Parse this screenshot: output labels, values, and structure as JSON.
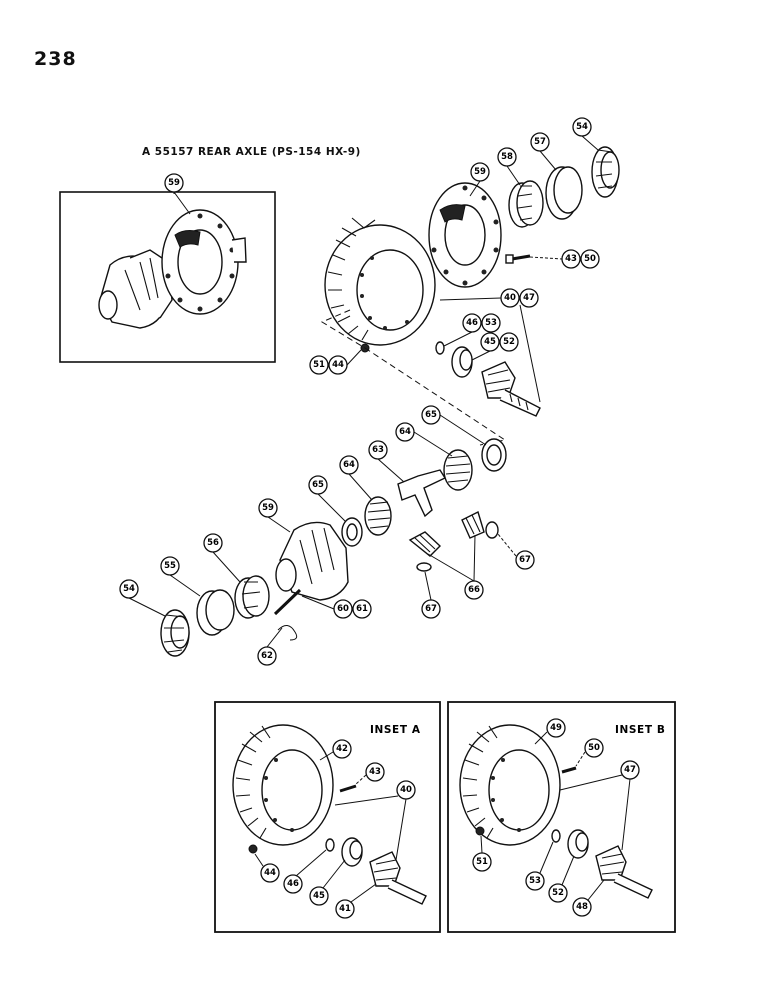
{
  "page_number": "238",
  "title": "A 55157 REAR AXLE (PS-154 HX-9)",
  "insets": [
    {
      "label": "INSET A"
    },
    {
      "label": "INSET B"
    }
  ],
  "callouts": {
    "topleft_59": "59",
    "c59a": "59",
    "c58": "58",
    "c57": "57",
    "c54a": "54",
    "c43a": "43",
    "c50a": "50",
    "c40a": "40",
    "c47a": "47",
    "c46a": "46",
    "c53a": "53",
    "c45a": "45",
    "c52a": "52",
    "c51a": "51",
    "c44a": "44",
    "c65a": "65",
    "c64a": "64",
    "c63": "63",
    "c64b": "64",
    "c65b": "65",
    "c59b": "59",
    "c56": "56",
    "c55": "55",
    "c54b": "54",
    "c60": "60",
    "c61": "61",
    "c62": "62",
    "c66": "66",
    "c67a": "67",
    "c67b": "67",
    "ia_42": "42",
    "ia_43": "43",
    "ia_40": "40",
    "ia_44": "44",
    "ia_46": "46",
    "ia_45": "45",
    "ia_41": "41",
    "ib_49": "49",
    "ib_50": "50",
    "ib_47": "47",
    "ib_51": "51",
    "ib_53": "53",
    "ib_52": "52",
    "ib_48": "48"
  }
}
